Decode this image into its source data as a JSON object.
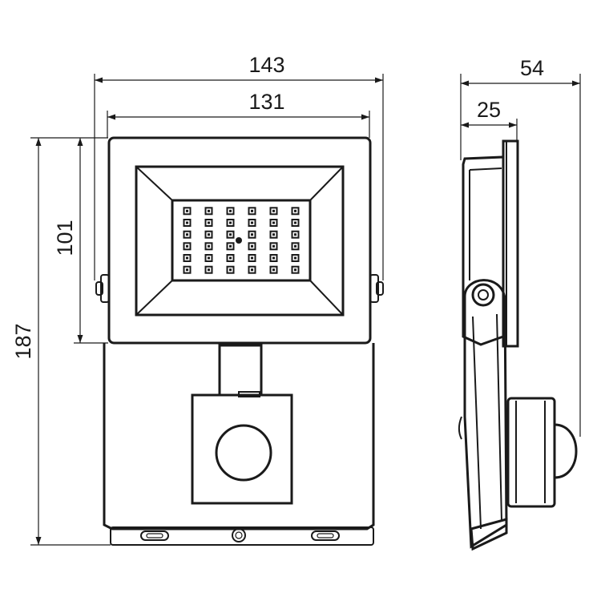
{
  "dimensions": {
    "overall_width": "143",
    "front_width": "131",
    "depth": "54",
    "body_depth": "25",
    "head_height": "101",
    "overall_height": "187"
  },
  "led_grid": {
    "columns": 6,
    "rows": 6
  }
}
